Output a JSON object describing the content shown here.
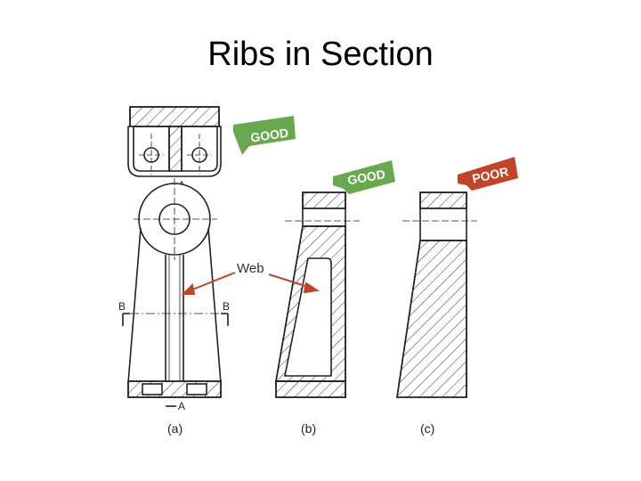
{
  "slide": {
    "title": "Ribs in Section"
  },
  "annotations": {
    "web": "Web",
    "section_a": "A",
    "section_b": "B"
  },
  "callouts": [
    {
      "text": "GOOD",
      "color": "#6aa84f"
    },
    {
      "text": "GOOD",
      "color": "#6aa84f"
    },
    {
      "text": "POOR",
      "color": "#c0432a"
    }
  ],
  "captions": [
    "(a)",
    "(b)",
    "(c)"
  ]
}
